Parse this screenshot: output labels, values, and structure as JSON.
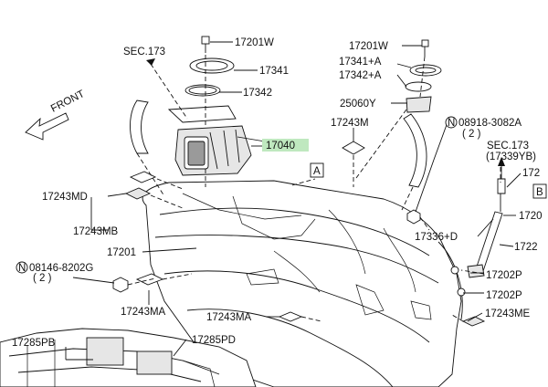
{
  "callouts": {
    "sec173_top": "SEC.173",
    "p17201w_left": "17201W",
    "p17341": "17341",
    "p17342": "17342",
    "p17040": "17040",
    "p17201w_right": "17201W",
    "p17341a": "17341+A",
    "p17342a": "17342+A",
    "p25060y": "25060Y",
    "p17243m": "17243M",
    "p08918": "08918-3082A",
    "p08918_qty": "( 2 )",
    "sec173_right": "SEC.173",
    "p17339y": "(17339YB)",
    "p172_right": "172",
    "p17243md": "17243MD",
    "p17243mb": "17243MB",
    "p17201": "17201",
    "p08146": "08146-8202G",
    "p08146_qty": "( 2 )",
    "p17336d": "17336+D",
    "p1720_right": "1720",
    "p1722_right": "1722",
    "p17202p_a": "17202P",
    "p17202p_b": "17202P",
    "p17243ma_a": "17243MA",
    "p17243ma_b": "17243MA",
    "p17243me": "17243ME",
    "p17285pb": "17285PB",
    "p17285pd": "17285PD",
    "front": "FRONT",
    "ref_a": "A",
    "ref_b": "B",
    "n_left": "N",
    "n_right": "N"
  },
  "highlight_color": "#bfe8bf"
}
